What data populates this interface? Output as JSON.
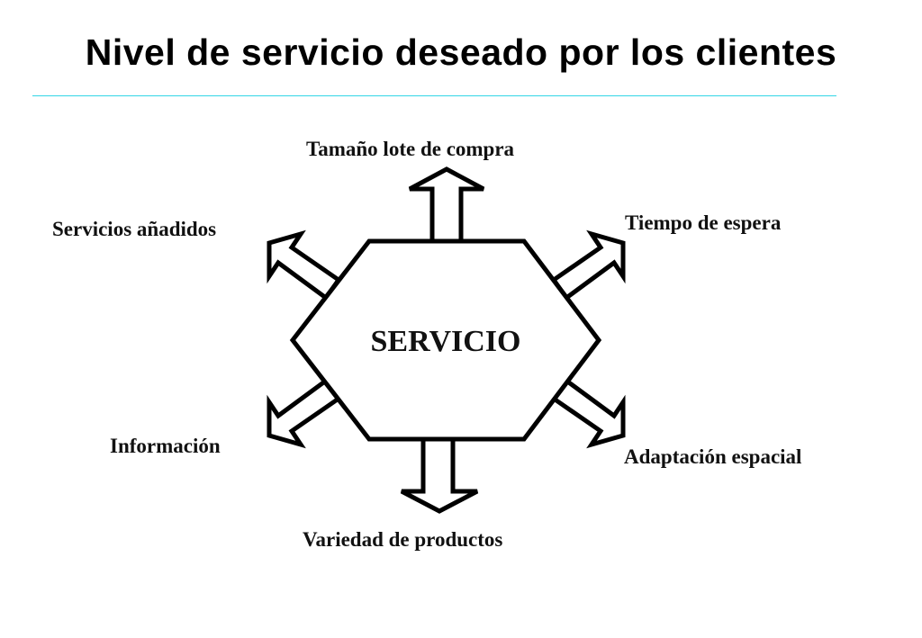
{
  "slide": {
    "title": "Nivel de servicio deseado por los clientes",
    "accent_line_color": "#33d6e6"
  },
  "diagram": {
    "center": "SERVICIO",
    "factors": {
      "top": "Tamaño lote de compra",
      "top_right": "Tiempo de espera",
      "bottom_right": "Adaptación espacial",
      "bottom": "Variedad de productos",
      "bottom_left": "Información",
      "top_left": "Servicios añadidos"
    }
  }
}
